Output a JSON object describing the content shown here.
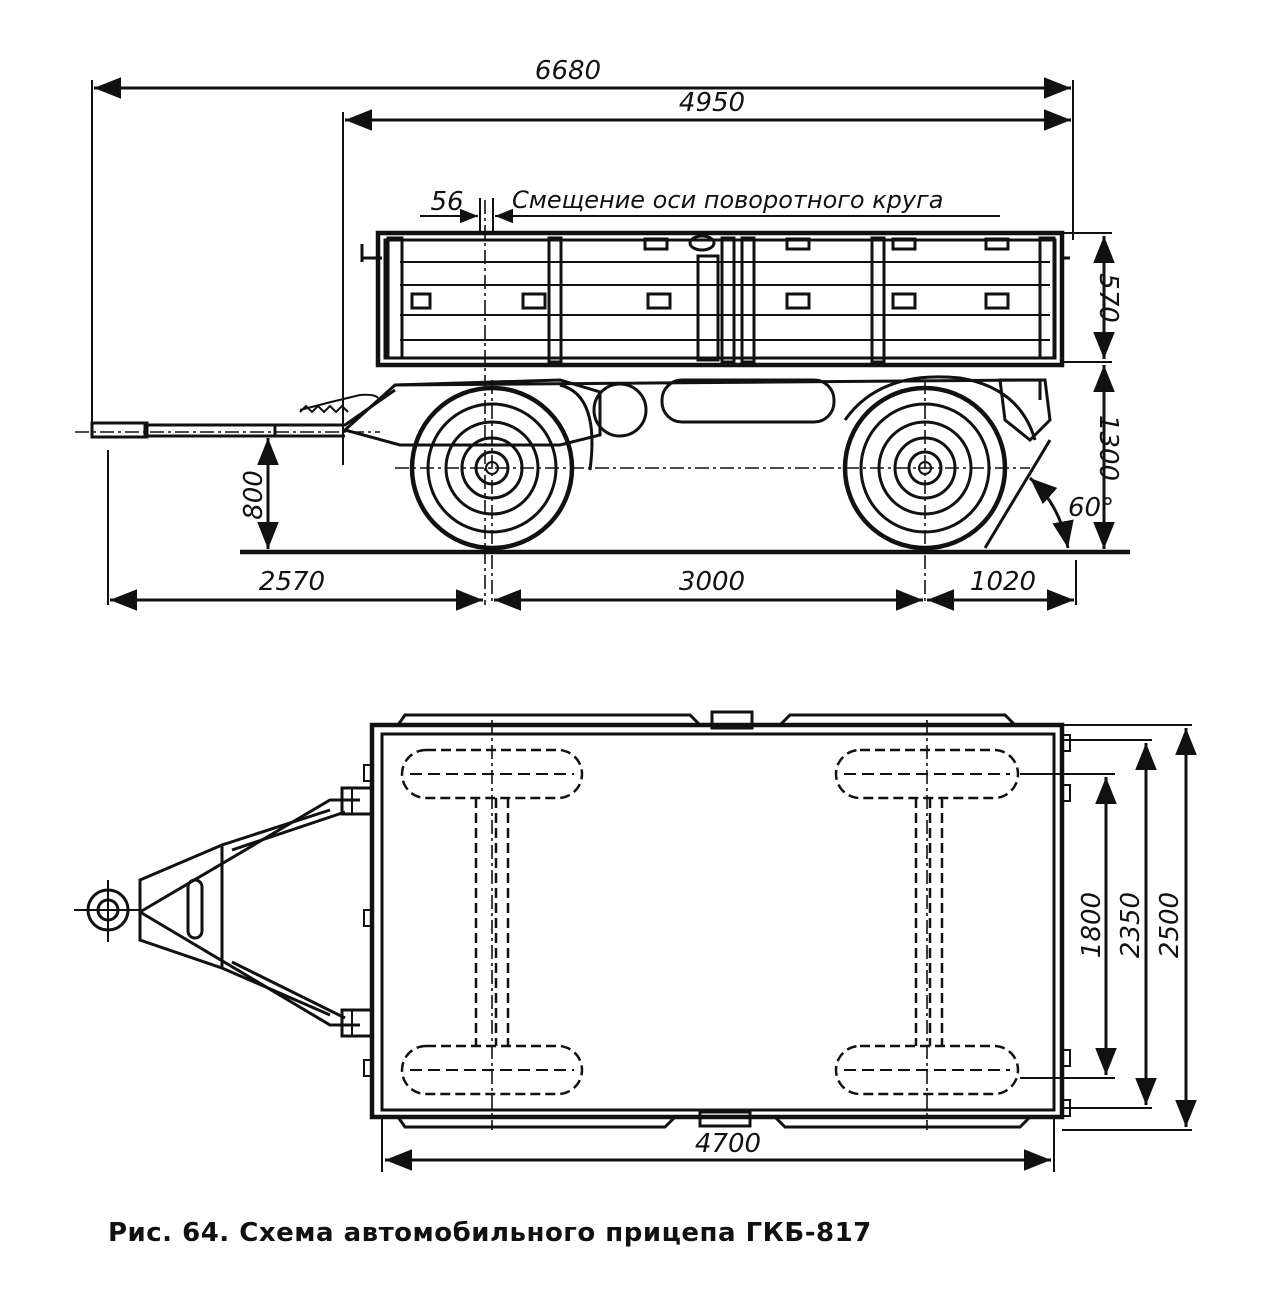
{
  "figure": {
    "caption_prefix": "Рис. 64.",
    "caption_text": "Схема автомобильного прицепа ГКБ-817"
  },
  "side_view": {
    "dims": {
      "overall_length": "6680",
      "body_length": "4950",
      "offset": "56",
      "body_side_height": "570",
      "platform_height": "1300",
      "drawbar_height": "800",
      "drawbar_to_front_axle": "2570",
      "wheelbase": "3000",
      "rear_overhang": "1020",
      "departure_angle": "60°"
    },
    "offset_note": "Смещение оси поворотного круга"
  },
  "top_view": {
    "dims": {
      "platform_length": "4700",
      "track": "1800",
      "wheel_width_span": "2350",
      "overall_width": "2500"
    }
  }
}
